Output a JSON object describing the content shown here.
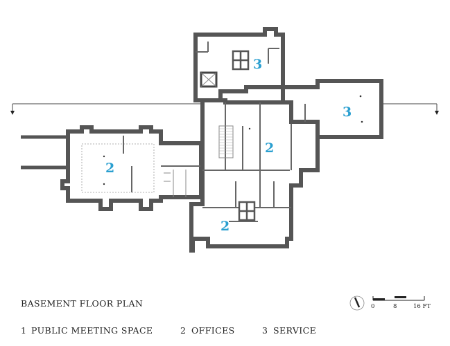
{
  "title": "BASEMENT FLOOR PLAN",
  "accent_color": "#2a9fd0",
  "wall_color": "#555555",
  "room_labels": [
    {
      "id": "service-north",
      "number": "3"
    },
    {
      "id": "service-east",
      "number": "3"
    },
    {
      "id": "office-central",
      "number": "2"
    },
    {
      "id": "office-west",
      "number": "2"
    },
    {
      "id": "office-south",
      "number": "2"
    }
  ],
  "legend": [
    {
      "number": "1",
      "label": "PUBLIC MEETING SPACE"
    },
    {
      "number": "2",
      "label": "OFFICES"
    },
    {
      "number": "3",
      "label": "SERVICE"
    }
  ],
  "scale_bar": {
    "ticks": [
      "0",
      "8",
      "16 FT"
    ]
  },
  "north_arrow": "north-arrow-icon"
}
